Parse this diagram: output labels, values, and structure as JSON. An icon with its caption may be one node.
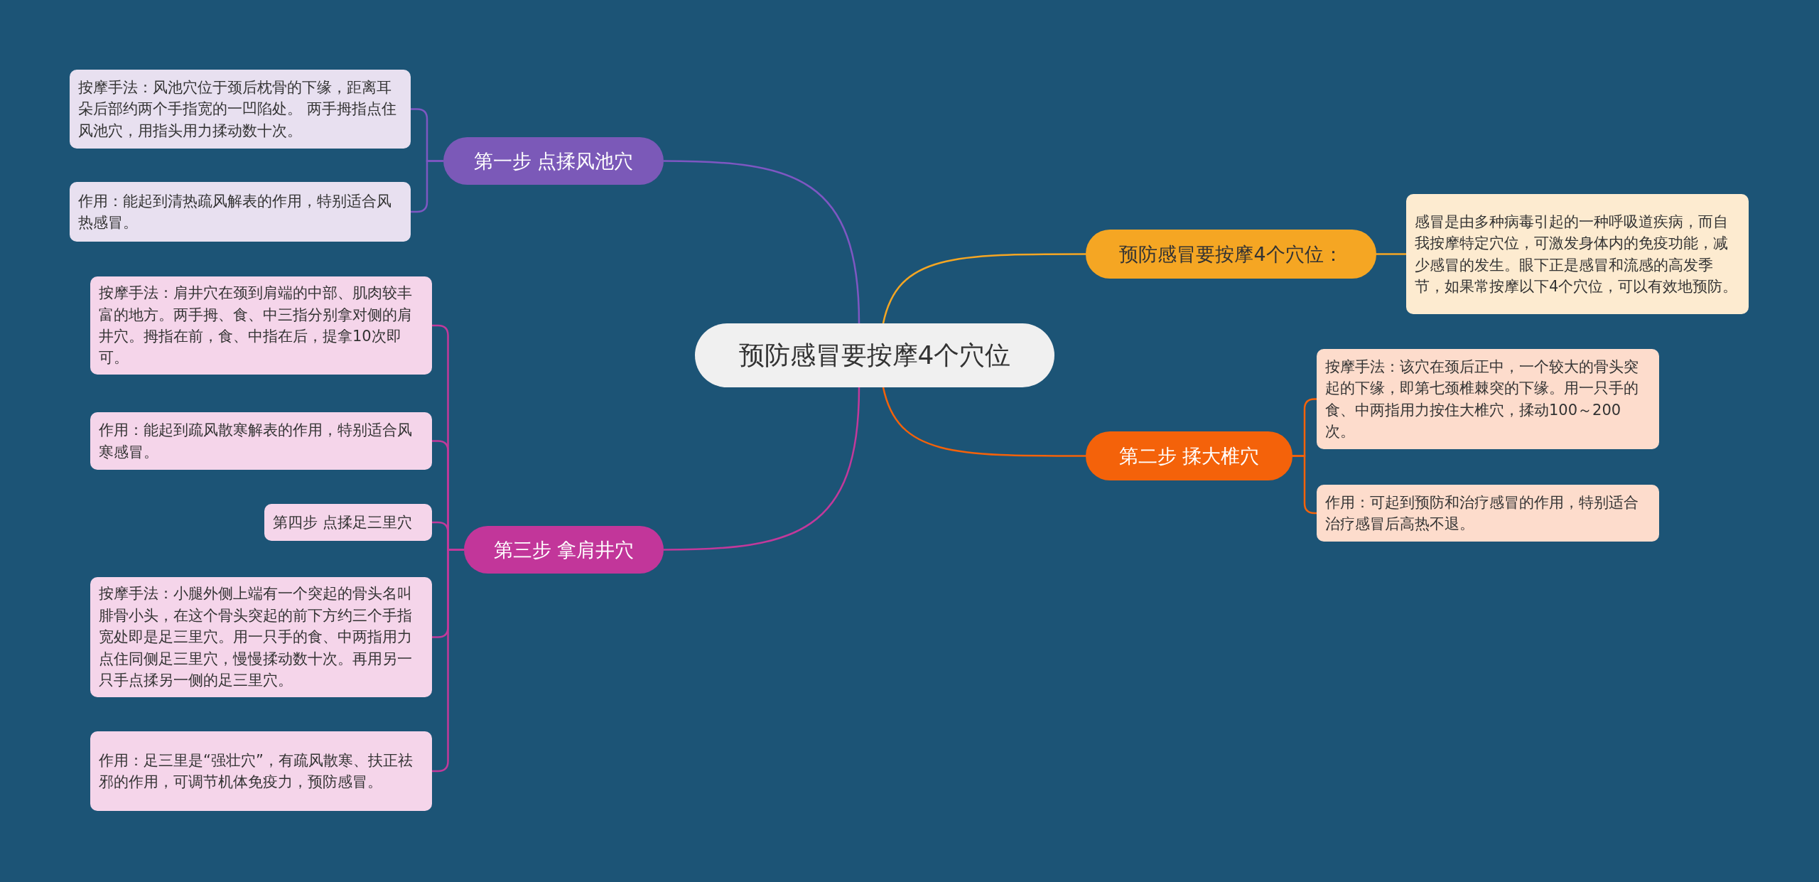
{
  "diagram": {
    "nodes": [
      {
        "text": [
          "预防感冒要按摩4个穴位"
        ]
      },
      {
        "text": [
          "第一步 点揉风池穴"
        ]
      },
      {
        "text": [
          "按摩手法：风池穴位于颈后枕骨的下缘，距离耳朵后部约两个手指宽的一凹陷处。 两手拇指点住风池穴，用指头用力揉动数十次。"
        ]
      },
      {
        "text": [
          "作用：能起到清热疏风解表的作用，特别适合风热感冒。"
        ]
      },
      {
        "text": [
          "第三步 拿肩井穴"
        ]
      },
      {
        "text": [
          "按摩手法：肩井穴在颈到肩端的中部、肌肉较丰富的地方。两手拇、食、中三指分别拿对侧的肩井穴。拇指在前，食、中指在后，提拿10次即可。"
        ]
      },
      {
        "text": [
          "作用：能起到疏风散寒解表的作用，特别适合风寒感冒。"
        ]
      },
      {
        "text": [
          "第四步 点揉足三里穴"
        ]
      },
      {
        "text": [
          "按摩手法：小腿外侧上端有一个突起的骨头名叫腓骨小头，在这个骨头突起的前下方约三个手指宽处即是足三里穴。用一只手的食、中两指用力点住同侧足三里穴，慢慢揉动数十次。再用另一只手点揉另一侧的足三里穴。"
        ]
      },
      {
        "text": [
          "作用：足三里是“强壮穴”，有疏风散寒、扶正祛邪的作用，可调节机体免疫力，预防感冒。"
        ]
      },
      {
        "text": [
          "预防感冒要按摩4个穴位："
        ]
      },
      {
        "text": [
          "感冒是由多种病毒引起的一种呼吸道疾病，而自我按摩特定穴位，可激发身体内的免疫功能，减少感冒的发生。眼下正是感冒和流感的高发季节，如果常按摩以下4个穴位，可以有效地预防。"
        ]
      },
      {
        "text": [
          "第二步 揉大椎穴"
        ]
      },
      {
        "text": [
          "按摩手法：该穴在颈后正中，一个较大的骨头突起的下缘，即第七颈椎棘突的下缘。用一只手的食、中两指用力按住大椎穴，揉动100～200次。"
        ]
      },
      {
        "text": [
          "作用：可起到预防和治疗感冒的作用，特别适合治疗感冒后高热不退。"
        ]
      }
    ],
    "edges": [
      {
        "from": 0,
        "to": 1,
        "arrow": "none",
        "color": "#7e57c2"
      },
      {
        "from": 1,
        "to": 2,
        "arrow": "none",
        "color": "#7e57c2"
      },
      {
        "from": 1,
        "to": 3,
        "arrow": "none",
        "color": "#7e57c2"
      },
      {
        "from": 0,
        "to": 4,
        "arrow": "none",
        "color": "#c2399b"
      },
      {
        "from": 4,
        "to": 5,
        "arrow": "none",
        "color": "#c2399b"
      },
      {
        "from": 4,
        "to": 6,
        "arrow": "none",
        "color": "#c2399b"
      },
      {
        "from": 4,
        "to": 7,
        "arrow": "none",
        "color": "#c2399b"
      },
      {
        "from": 4,
        "to": 8,
        "arrow": "none",
        "color": "#c2399b"
      },
      {
        "from": 4,
        "to": 9,
        "arrow": "none",
        "color": "#c2399b"
      },
      {
        "from": 0,
        "to": 10,
        "arrow": "none",
        "color": "#f5a623"
      },
      {
        "from": 10,
        "to": 11,
        "arrow": "none",
        "color": "#f5a623"
      },
      {
        "from": 0,
        "to": 12,
        "arrow": "none",
        "color": "#f4620a"
      },
      {
        "from": 12,
        "to": 13,
        "arrow": "none",
        "color": "#f4620a"
      },
      {
        "from": 12,
        "to": 14,
        "arrow": "none",
        "color": "#f4620a"
      }
    ]
  }
}
